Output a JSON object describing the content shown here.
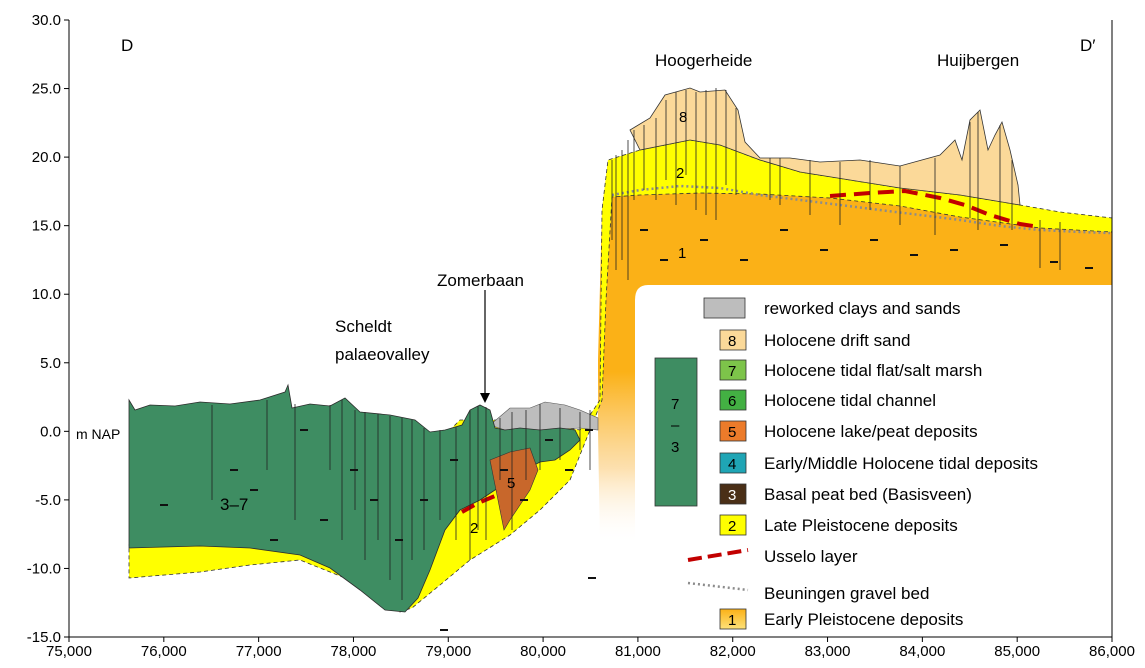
{
  "colors": {
    "shallow_green": "#3e8d62",
    "late_pleistocene_yellow": "#ffff00",
    "early_pleistocene_orange": "#fbb117",
    "drift_sand": "#fbd999",
    "reworked_grey": "#bdbdbd",
    "lake_peat_brown": "#c8672b",
    "basal_peat": "#4a2f17",
    "tidal_flat": "#7dc44a",
    "tidal_channel": "#43b043",
    "lake_peat_legend": "#ec7b2a",
    "early_middle_holocene": "#1fa5b5",
    "usselo_red": "#c20000",
    "beuningen_grey": "#8c8c8c"
  },
  "labels": {
    "left_end": "D",
    "right_end": "D′",
    "hoogerheide": "Hoogerheide",
    "huijbergen": "Huijbergen",
    "zomerbaan": "Zomerbaan",
    "scheldt_1": "Scheldt",
    "scheldt_2": "palaeovalley",
    "nap": "m NAP",
    "unit_37": "3–7",
    "unit_2_low": "2",
    "unit_5": "5",
    "unit_8": "8",
    "unit_2_high": "2",
    "unit_1": "1"
  },
  "legend": {
    "group_top": "7",
    "group_dash": "–",
    "group_bottom": "3",
    "items": [
      {
        "key": "",
        "label": "reworked clays and sands",
        "icon": "grey-swatch"
      },
      {
        "key": "8",
        "label": "Holocene drift sand",
        "icon": "drift-sand-swatch"
      },
      {
        "key": "7",
        "label": "Holocene tidal flat/salt marsh",
        "icon": "tidal-flat-swatch"
      },
      {
        "key": "6",
        "label": "Holocene tidal channel",
        "icon": "tidal-channel-swatch"
      },
      {
        "key": "5",
        "label": "Holocene lake/peat deposits",
        "icon": "lake-peat-swatch"
      },
      {
        "key": "4",
        "label": "Early/Middle Holocene tidal deposits",
        "icon": "tidal-deposit-swatch"
      },
      {
        "key": "3",
        "label": "Basal peat bed (Basisveen)",
        "icon": "basal-peat-swatch"
      },
      {
        "key": "2",
        "label": "Late Pleistocene deposits",
        "icon": "late-pleistocene-swatch"
      },
      {
        "key": "",
        "label": "Usselo layer",
        "icon": "red-dashed-line-icon"
      },
      {
        "key": "",
        "label": "Beuningen gravel bed",
        "icon": "grey-dotted-line-icon"
      },
      {
        "key": "1",
        "label": "Early Pleistocene deposits",
        "icon": "early-pleistocene-swatch"
      }
    ]
  },
  "chart_data": {
    "type": "cross-section",
    "xlim": [
      75000,
      86000
    ],
    "ylim": [
      -15,
      30
    ],
    "x_ticks": [
      "75,000",
      "76,000",
      "77,000",
      "78,000",
      "79,000",
      "80,000",
      "81,000",
      "82,000",
      "83,000",
      "84,000",
      "85,000",
      "86,000"
    ],
    "y_ticks": [
      "30.0",
      "25.0",
      "20.0",
      "15.0",
      "10.0",
      "5.0",
      "0.0",
      "-5.0",
      "-10.0",
      "-15.0"
    ],
    "grid": false
  }
}
